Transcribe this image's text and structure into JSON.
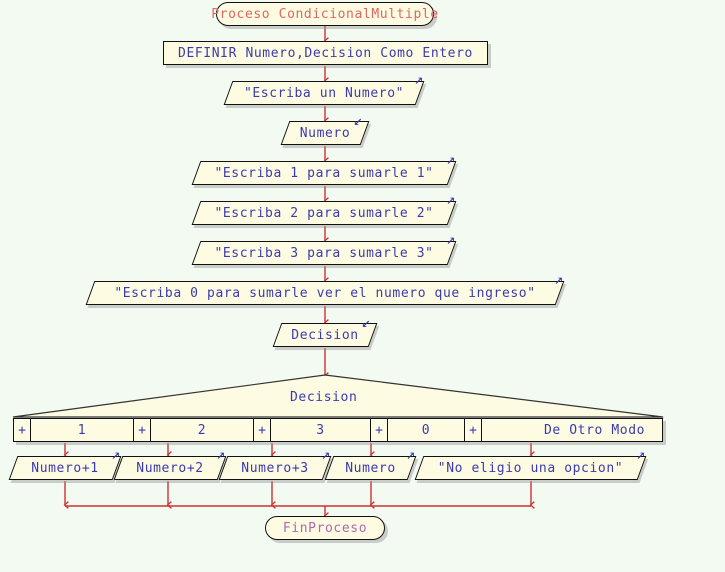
{
  "diagram": {
    "title": "Proceso CondicionalMultiple",
    "end_label": "FinProceso",
    "background_color": "#f2faf2",
    "node_fill_color": "#fdfbe2",
    "node_border_color": "#111111",
    "text_color": "#3b3bb0",
    "start_text_color": "#e06666",
    "end_text_color": "#b06ab0",
    "connector_color": "#cc3333",
    "icons": {
      "output_arrow": "↗",
      "input_arrow": "↙"
    }
  },
  "nodes": {
    "start": "Proceso CondicionalMultiple",
    "definir": "DEFINIR Numero,Decision Como Entero",
    "out_escriba_numero": "\"Escriba un Numero\"",
    "in_numero": "Numero",
    "out_opcion_1": "\"Escriba 1 para sumarle 1\"",
    "out_opcion_2": "\"Escriba 2 para sumarle 2\"",
    "out_opcion_3": "\"Escriba 3 para sumarle 3\"",
    "out_opcion_0": "\"Escriba 0 para sumarle ver el numero que ingreso\"",
    "in_decision": "Decision",
    "end": "FinProceso"
  },
  "switch": {
    "selector_label": "Decision",
    "plus_marker": "+",
    "cases": [
      {
        "label": "1",
        "result": "Numero+1"
      },
      {
        "label": "2",
        "result": "Numero+2"
      },
      {
        "label": "3",
        "result": "Numero+3"
      },
      {
        "label": "0",
        "result": "Numero"
      },
      {
        "label": "De Otro Modo",
        "result": "\"No eligio una opcion\""
      }
    ]
  }
}
